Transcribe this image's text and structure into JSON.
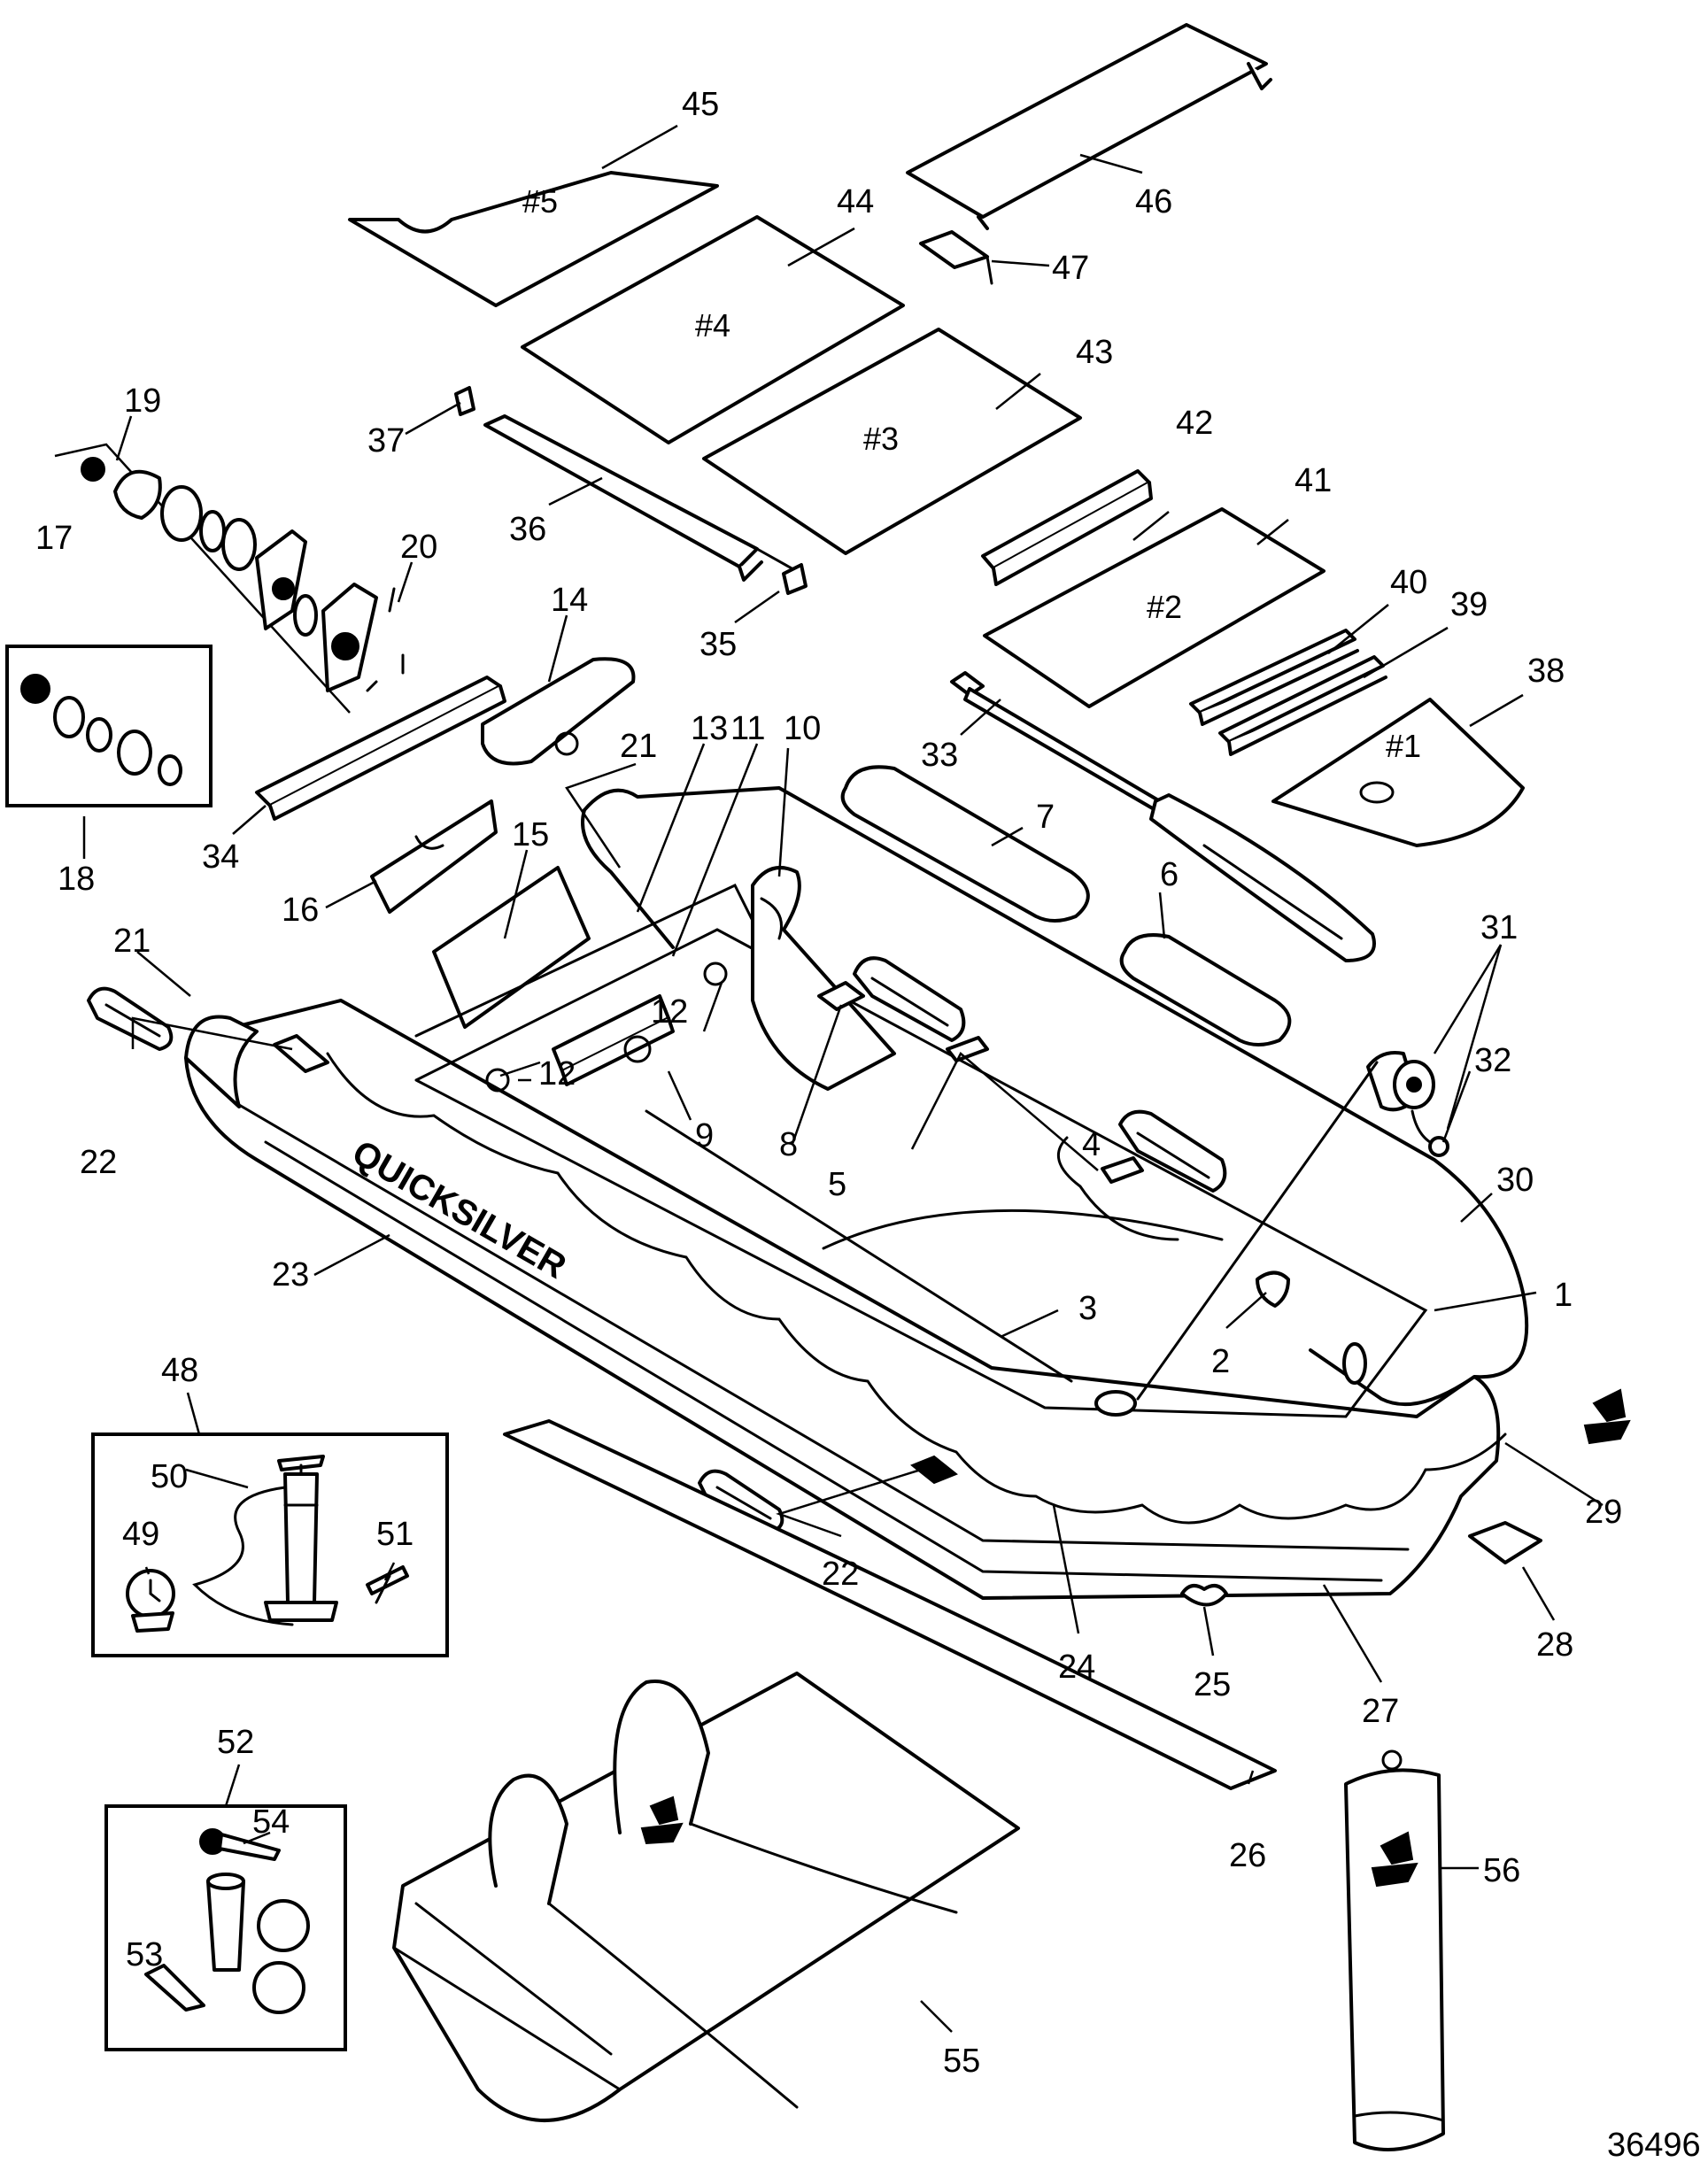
{
  "drawing_number": "36496",
  "brand_text": "QUICKSILVER",
  "floor_panels": [
    "#1",
    "#2",
    "#3",
    "#4",
    "#5"
  ],
  "callouts": [
    "1",
    "2",
    "3",
    "4",
    "5",
    "6",
    "7",
    "8",
    "9",
    "10",
    "11",
    "12",
    "12",
    "13",
    "14",
    "15",
    "16",
    "17",
    "18",
    "19",
    "20",
    "21",
    "21",
    "22",
    "22",
    "23",
    "24",
    "25",
    "26",
    "27",
    "28",
    "29",
    "30",
    "31",
    "32",
    "33",
    "34",
    "35",
    "36",
    "37",
    "38",
    "39",
    "40",
    "41",
    "42",
    "43",
    "44",
    "45",
    "46",
    "47",
    "48",
    "49",
    "50",
    "51",
    "52",
    "53",
    "54",
    "55",
    "56"
  ]
}
